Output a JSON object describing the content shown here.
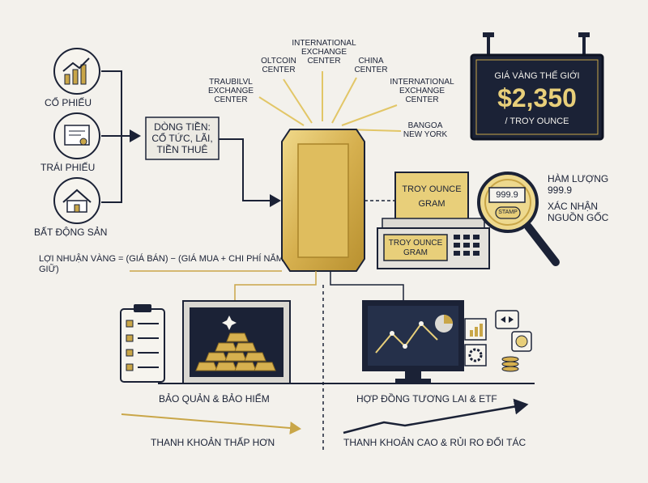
{
  "assets": {
    "stocks": "Cổ phiếu",
    "bonds": "Trái phiếu",
    "real_estate": "Bất động sản",
    "cashflow": "Dòng tiền: cổ tức, lãi, tiền thuê"
  },
  "profit_formula": "Lợi nhuận vàng = (giá bán) − (giá mua + chi phí nắm giữ)",
  "centers": {
    "c1": "Traubilvl exchange center",
    "c2": "Oltcoin center",
    "c3": "International exchange center",
    "c4": "China center",
    "c5": "International exchange center",
    "c6": "Bangoa New York"
  },
  "price_board": {
    "title": "Giá vàng thế giới",
    "price": "$2,350",
    "unit": "/ Troy ounce"
  },
  "scale": {
    "sign_line1": "Troy ounce",
    "sign_line2": "Gram",
    "display_line1": "Troy ounce",
    "display_line2": "gram"
  },
  "stamp": {
    "purity_value": "999.9",
    "stamp_text": "STAMP",
    "purity_label": "Hàm lượng 999.9",
    "origin_label": "Xác nhận nguồn gốc"
  },
  "bottom": {
    "storage_label": "Bảo quản & bảo hiểm",
    "futures_label": "Hợp đồng tương lai & ETF",
    "low_liquidity": "Thanh khoản thấp hơn",
    "high_liquidity": "Thanh khoản cao & rủi ro đối tác"
  },
  "colors": {
    "navy": "#1b2236",
    "gold": "#d4b04c",
    "gold_light": "#e8cf7a",
    "cream": "#f3f1ec"
  }
}
